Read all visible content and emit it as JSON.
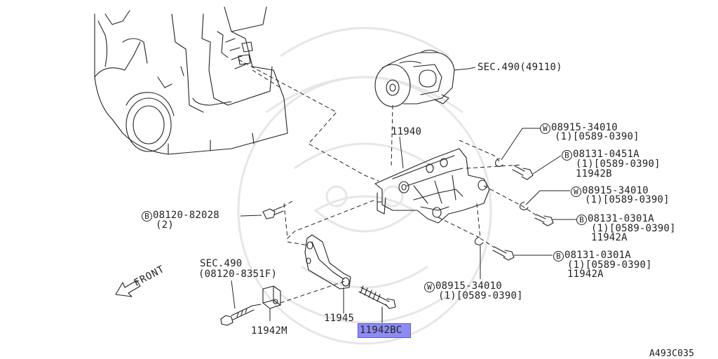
{
  "diagram": {
    "colors": {
      "line": "#222222",
      "watermark": "#e8e8e8",
      "highlight": "#8c8cf0"
    },
    "labels": {
      "sec490_pump": "SEC.490(49110)",
      "part_11940": "11940",
      "w1_code": "08915-34010",
      "w1_qty": "(1)[0589-0390]",
      "b1_code": "08131-0451A",
      "b1_qty": "(1)[0589-0390]",
      "b1_part": "11942B",
      "w2_code": "08915-34010",
      "w2_qty": "(1)[0589-0390]",
      "b2_code": "08131-0301A",
      "b2_qty": "(1)[0589-0390]",
      "b2_part": "11942A",
      "b3_code": "08131-0301A",
      "b3_qty": "(1)[0589-0390]",
      "b3_part": "11942A",
      "w3_code": "08915-34010",
      "w3_qty": "(1)[0589-0390]",
      "bl_code": "08120-82028",
      "bl_qty": "(2)",
      "sec490": "SEC.490",
      "sec490_code": "(08120-8351F)",
      "front": "FRONT",
      "part_11942M": "11942M",
      "part_11945": "11945",
      "part_11942BC": "11942BC",
      "ref": "A493C035",
      "b_symbol": "B",
      "w_symbol": "W"
    }
  }
}
